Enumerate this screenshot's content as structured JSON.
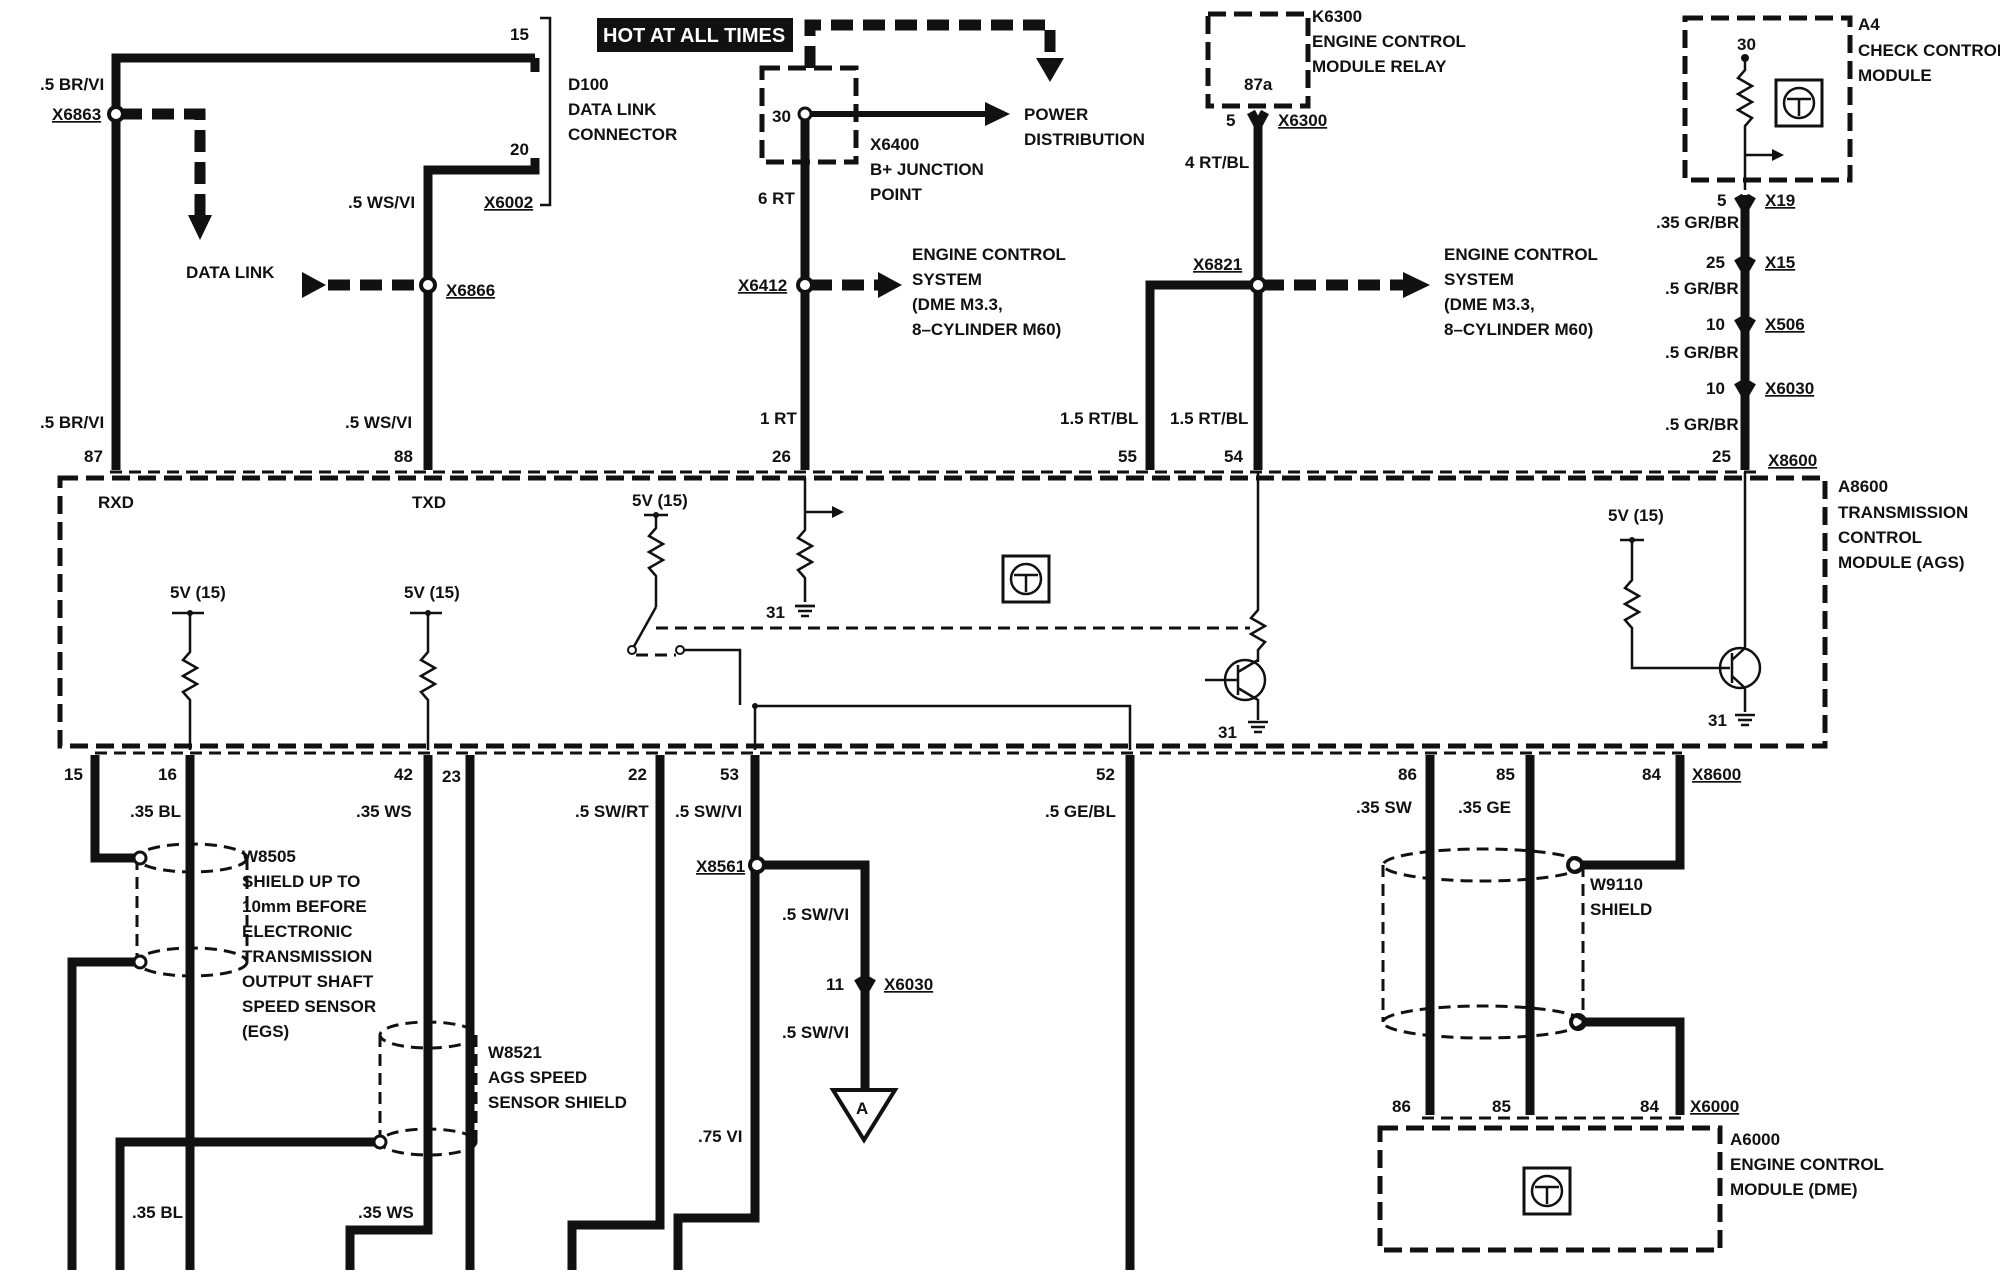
{
  "banner": {
    "hot": "HOT AT ALL TIMES"
  },
  "components": {
    "d100": [
      "D100",
      "DATA LINK",
      "CONNECTOR"
    ],
    "x6400": [
      "X6400",
      "B+ JUNCTION",
      "POINT"
    ],
    "power": [
      "POWER",
      "DISTRIBUTION"
    ],
    "k6300": [
      "K6300",
      "ENGINE CONTROL",
      "MODULE RELAY"
    ],
    "a4": [
      "A4",
      "CHECK CONTROL",
      "MODULE"
    ],
    "ecs_left": [
      "ENGINE CONTROL",
      "SYSTEM",
      "(DME M3.3,",
      "8–CYLINDER M60)"
    ],
    "ecs_right": [
      "ENGINE CONTROL",
      "SYSTEM",
      "(DME M3.3,",
      "8–CYLINDER M60)"
    ],
    "a8600": [
      "A8600",
      "TRANSMISSION",
      "CONTROL",
      "MODULE (AGS)"
    ],
    "w8505": [
      "W8505",
      "SHIELD UP TO",
      "10mm BEFORE",
      "ELECTRONIC",
      "TRANSMISSION",
      "OUTPUT SHAFT",
      "SPEED SENSOR",
      "(EGS)"
    ],
    "w8521": [
      "W8521",
      "AGS SPEED",
      "SENSOR SHIELD"
    ],
    "w9110": [
      "W9110",
      "SHIELD"
    ],
    "a6000": [
      "A6000",
      "ENGINE CONTROL",
      "MODULE (DME)"
    ],
    "data_link": "DATA LINK",
    "offpage": "A"
  },
  "connectors": {
    "x6863": "X6863",
    "x6002": "X6002",
    "x6866": "X6866",
    "x6412": "X6412",
    "x6300": "X6300",
    "x6821": "X6821",
    "x19": "X19",
    "x15": "X15",
    "x506": "X506",
    "x6030a": "X6030",
    "x8600_top": "X8600",
    "x8600_bot": "X8600",
    "x8561": "X8561",
    "x6030b": "X6030",
    "x6000": "X6000"
  },
  "pins": {
    "p15_d100": "15",
    "p20": "20",
    "p30_x6400": "30",
    "p87a": "87a",
    "p5_k": "5",
    "p30_a4": "30",
    "p5_x19": "5",
    "p25_x15": "25",
    "p10_x506": "10",
    "p10_x6030": "10",
    "p87": "87",
    "p88": "88",
    "p26": "26",
    "p55": "55",
    "p54": "54",
    "p25_a": "25",
    "rxd": "RXD",
    "txd": "TXD",
    "p15": "15",
    "p16": "16",
    "p42": "42",
    "p23": "23",
    "p22": "22",
    "p53": "53",
    "p52": "52",
    "p86": "86",
    "p85": "85",
    "p84": "84",
    "p11": "11",
    "p86b": "86",
    "p85b": "85",
    "p84b": "84",
    "g31a": "31",
    "g31b": "31",
    "g31c": "31"
  },
  "supply": {
    "v1": "5V (15)",
    "v2": "5V (15)",
    "v3": "5V (15)",
    "v4": "5V (15)"
  },
  "wires": {
    "w_br_top": ".5 BR/VI",
    "w_br_bot": ".5 BR/VI",
    "w_ws_top": ".5 WS/VI",
    "w_ws_bot": ".5 WS/VI",
    "w_6rt": "6 RT",
    "w_1rt": "1 RT",
    "w_4rtbl": "4 RT/BL",
    "w_15rtbl_a": "1.5 RT/BL",
    "w_15rtbl_b": "1.5 RT/BL",
    "w_grbr1": ".35 GR/BR",
    "w_grbr2": ".5 GR/BR",
    "w_grbr3": ".5 GR/BR",
    "w_grbr4": ".5 GR/BR",
    "w_35bl": ".35 BL",
    "w_35bl_b": ".35 BL",
    "w_35ws": ".35 WS",
    "w_35ws_b": ".35 WS",
    "w_swrt": ".5 SW/RT",
    "w_swvi": ".5 SW/VI",
    "w_swvi2": ".5 SW/VI",
    "w_swvi3": ".5 SW/VI",
    "w_75vi": ".75 VI",
    "w_gebl": ".5 GE/BL",
    "w_35sw": ".35 SW",
    "w_35ge": ".35 GE"
  },
  "icon": "module-icon",
  "colors": {
    "ink": "#111111",
    "background": "#ffffff"
  }
}
